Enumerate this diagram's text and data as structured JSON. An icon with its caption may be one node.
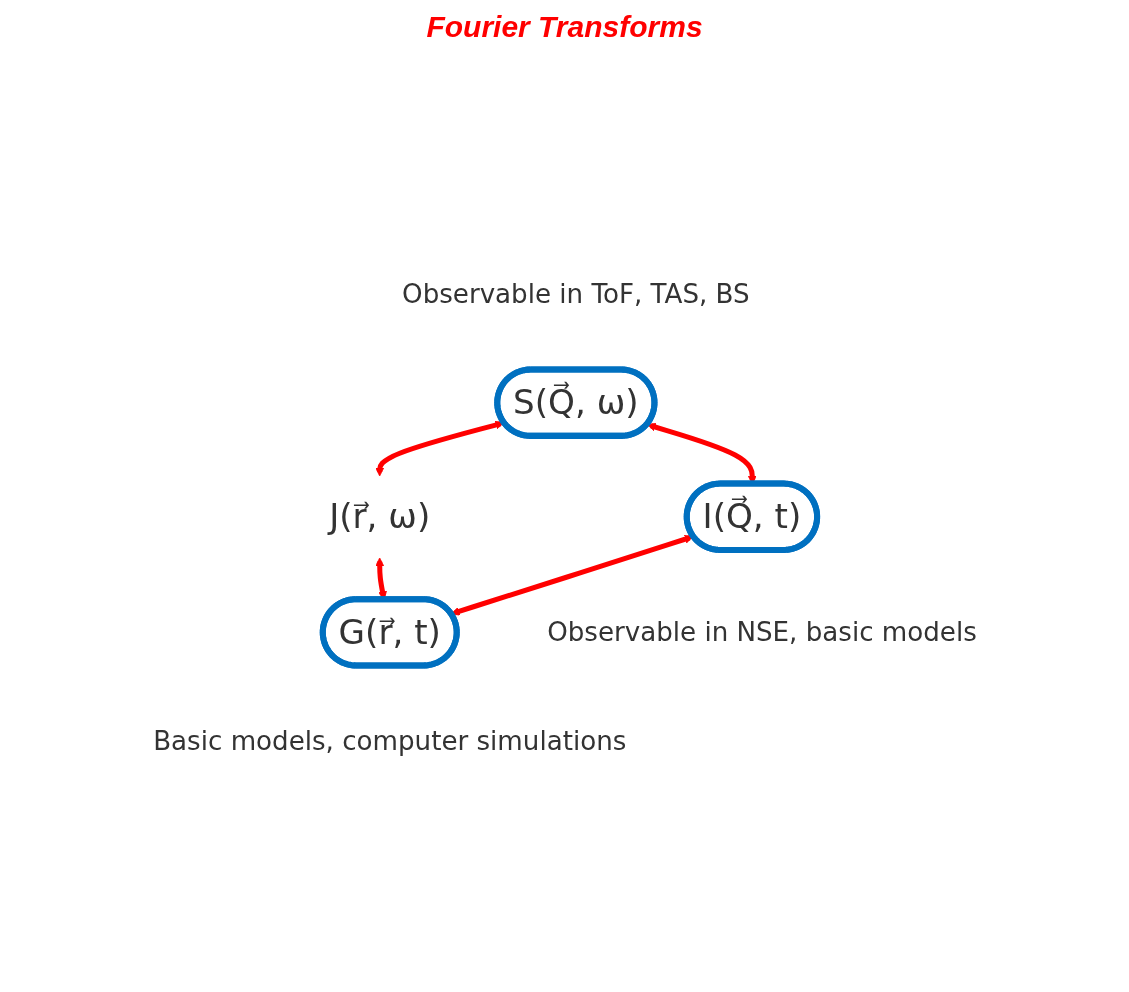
{
  "diagram": {
    "nodes": [
      {
        "text": [
          "S(Q⃗, ω)"
        ],
        "beside": [
          "Observable in ToF, TAS, BS"
        ]
      },
      {
        "text": [
          "J(r⃗, ω)"
        ]
      },
      {
        "text": [
          "I(Q⃗, t)"
        ],
        "beside": [
          "Observable in NSE, basic models"
        ]
      },
      {
        "text": [
          "G(r⃗, t)"
        ],
        "beside": [
          "Basic models, computer simulations"
        ]
      }
    ],
    "edges": [
      {
        "from": 0,
        "to": 1,
        "arrow": "both"
      },
      {
        "from": 0,
        "to": 2,
        "arrow": "both"
      },
      {
        "from": 1,
        "to": 3,
        "arrow": "both"
      },
      {
        "from": 2,
        "to": 3,
        "arrow": "both"
      }
    ],
    "labels": [
      "Fourier Transforms"
    ]
  }
}
